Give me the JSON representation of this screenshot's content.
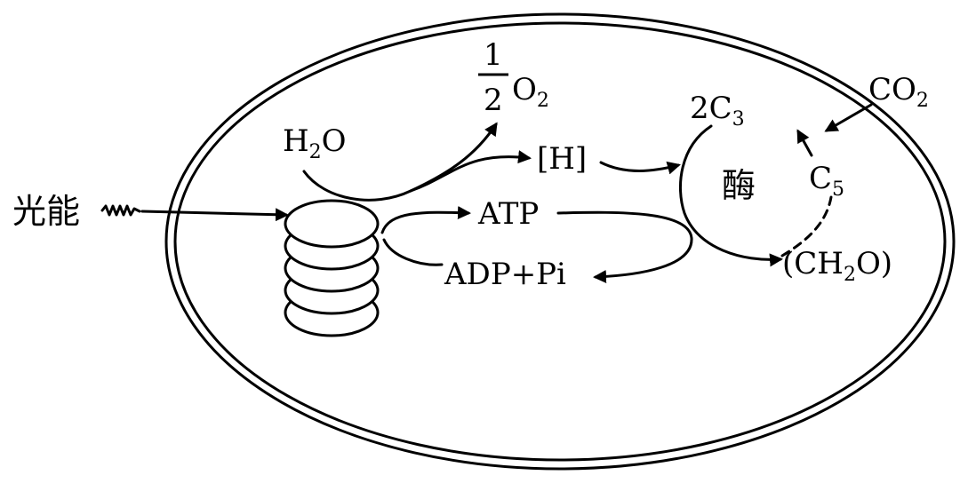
{
  "diagram": {
    "labels": {
      "light_energy": "光能",
      "water": {
        "main": "H",
        "sub": "2",
        "tail": "O"
      },
      "oxygen": {
        "numerator": "1",
        "denominator": "2",
        "main": "O",
        "sub": "2"
      },
      "nadph": "[H]",
      "atp": "ATP",
      "adp_pi": "ADP+Pi",
      "c3": {
        "main": "2C",
        "sub": "3"
      },
      "enzyme": "酶",
      "c5": {
        "main": "C",
        "sub": "5"
      },
      "co2": {
        "main": "CO",
        "sub": "2"
      },
      "sugar": {
        "open": "(CH",
        "sub": "2",
        "close": "O)"
      }
    }
  }
}
